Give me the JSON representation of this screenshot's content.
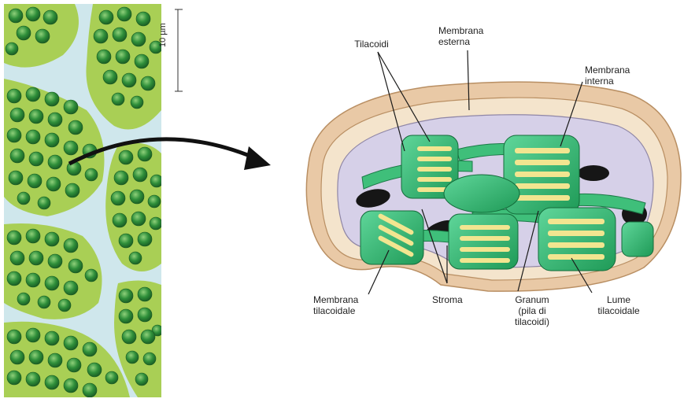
{
  "scale_bar": {
    "text": "10 µm"
  },
  "labels": {
    "tilacoidi": "Tilacoidi",
    "membrana_esterna": "Membrana\nesterna",
    "membrana_interna": "Membrana\ninterna",
    "membrana_tilacoidale": "Membrana\ntilacoidale",
    "stroma": "Stroma",
    "granum": "Granum\n(pila di\ntilacoidi)",
    "lume_tilacoidale": "Lume\ntilacoidale"
  },
  "colors": {
    "cell_wall": "#bfe0e8",
    "cell_interior": "#9cc64a",
    "chloroplast_green": "#2f9a3c",
    "outer_membrane": "#e9c9a6",
    "intermembrane": "#f4e4cc",
    "stroma": "#d6d0e8",
    "thylakoid": "#3fbf7a",
    "lumen": "#f2e590"
  }
}
